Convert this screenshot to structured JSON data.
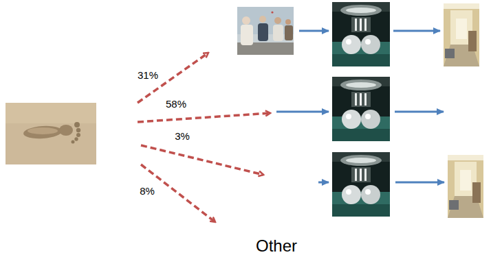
{
  "diagram": {
    "labels": [
      "31%",
      "58%",
      "3%",
      "8%",
      "Other"
    ]
  }
}
